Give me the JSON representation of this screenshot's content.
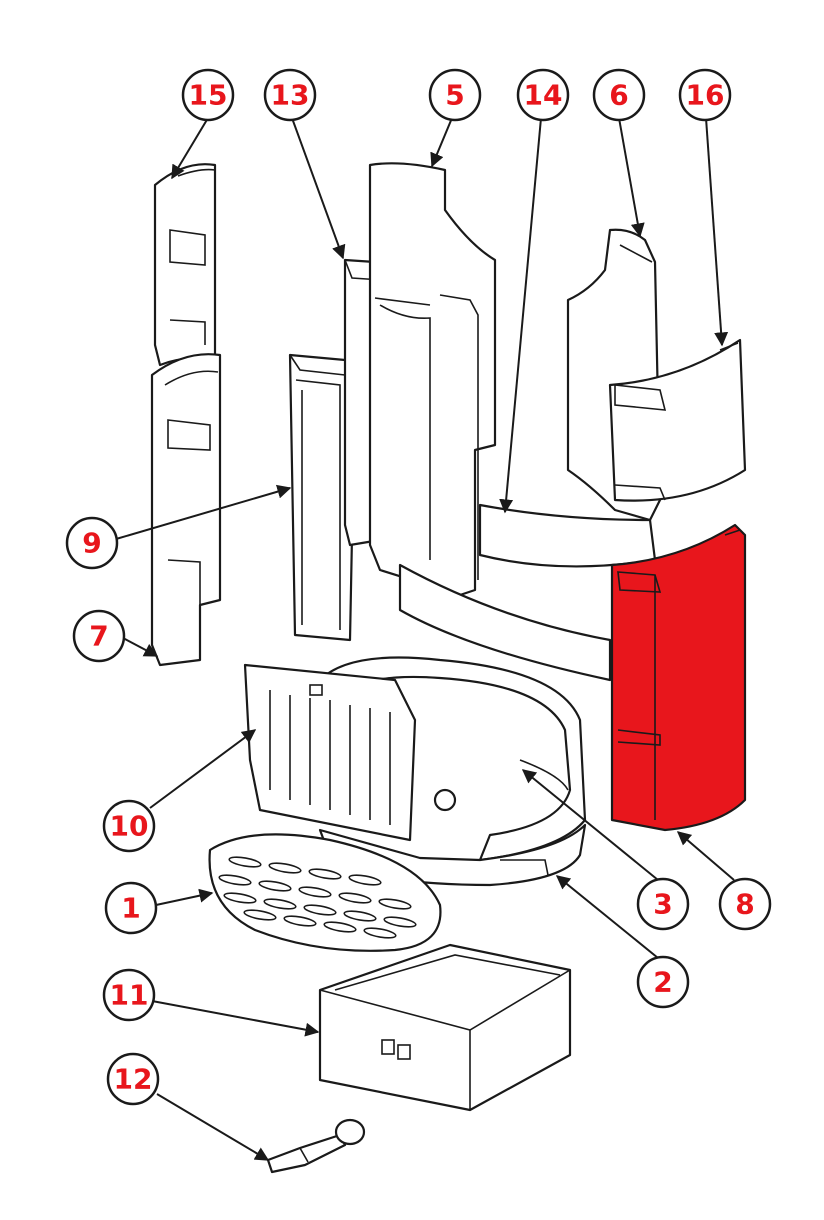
{
  "diagram": {
    "highlight_color": "#e8161c",
    "highlighted_part": "8",
    "callouts": [
      {
        "label": "15"
      },
      {
        "label": "13"
      },
      {
        "label": "5"
      },
      {
        "label": "14"
      },
      {
        "label": "6"
      },
      {
        "label": "16"
      },
      {
        "label": "9"
      },
      {
        "label": "7"
      },
      {
        "label": "10"
      },
      {
        "label": "1"
      },
      {
        "label": "3"
      },
      {
        "label": "8"
      },
      {
        "label": "2"
      },
      {
        "label": "11"
      },
      {
        "label": "12"
      }
    ]
  }
}
